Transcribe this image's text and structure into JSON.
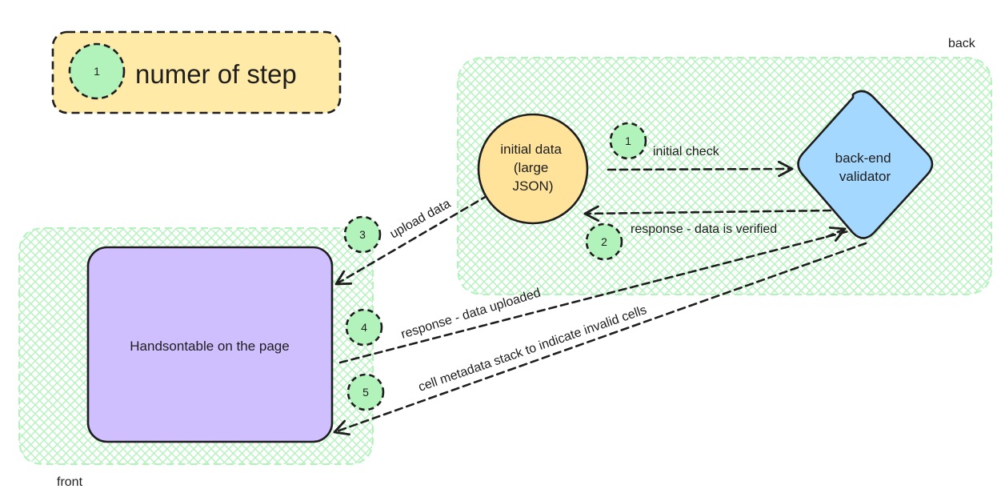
{
  "legend": {
    "step_number": "1",
    "text": "numer of step"
  },
  "zones": {
    "back": "back",
    "front": "front"
  },
  "nodes": {
    "initial_data": [
      "initial data",
      "(large",
      "JSON)"
    ],
    "validator": [
      "back-end",
      "validator"
    ],
    "handsontable": "Handsontable on the page"
  },
  "edges": {
    "initial_check": "initial check",
    "verified": "response - data is verified",
    "upload": "upload data",
    "uploaded": "response - data uploaded",
    "metadata": "cell metadata stack to indicate invalid cells"
  },
  "steps": {
    "s1": "1",
    "s2": "2",
    "s3": "3",
    "s4": "4",
    "s5": "5"
  },
  "colors": {
    "legend_fill": "#ffeaa7",
    "step_fill": "#b2f2bb",
    "zone_hatch": "#b2f2bb",
    "initial_data_fill": "#ffe39a",
    "validator_fill": "#a5d8ff",
    "handsontable_fill": "#d0bfff",
    "stroke": "#1e1e1e"
  }
}
